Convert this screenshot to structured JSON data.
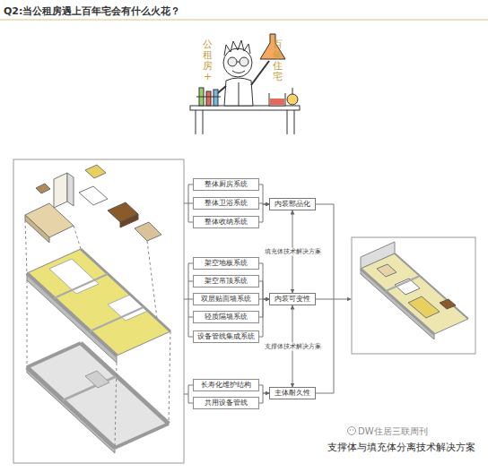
{
  "diagram": {
    "title": "Q2:当公租房遇上百年宅会有什么火花？",
    "caption": "支撑体与填充体分离技术解决方案",
    "nodes": [
      {
        "text": [
          "整体厨房系统"
        ]
      },
      {
        "text": [
          "整体卫浴系统"
        ]
      },
      {
        "text": [
          "整体收纳系统"
        ]
      },
      {
        "text": [
          "内装部品化"
        ]
      },
      {
        "text": [
          "架空地板系统"
        ]
      },
      {
        "text": [
          "架空吊顶系统"
        ]
      },
      {
        "text": [
          "双层贴面墙系统"
        ]
      },
      {
        "text": [
          "轻质隔墙系统"
        ]
      },
      {
        "text": [
          "设备管线集成系统"
        ]
      },
      {
        "text": [
          "内装可变性"
        ]
      },
      {
        "text": [
          "长寿化维护结构"
        ]
      },
      {
        "text": [
          "共用设备管线"
        ]
      },
      {
        "text": [
          "主体耐久性"
        ]
      }
    ],
    "edges": [
      {
        "from": 0,
        "to": 3,
        "arrow": "to"
      },
      {
        "from": 1,
        "to": 3,
        "arrow": "to"
      },
      {
        "from": 2,
        "to": 3,
        "arrow": "to"
      },
      {
        "from": 4,
        "to": 9,
        "arrow": "to"
      },
      {
        "from": 5,
        "to": 9,
        "arrow": "to"
      },
      {
        "from": 6,
        "to": 9,
        "arrow": "to"
      },
      {
        "from": 7,
        "to": 9,
        "arrow": "to"
      },
      {
        "from": 8,
        "to": 9,
        "arrow": "to"
      },
      {
        "from": 10,
        "to": 12,
        "arrow": "to"
      },
      {
        "from": 11,
        "to": 12,
        "arrow": "to"
      },
      {
        "from": 3,
        "to": 9,
        "label": "填充体技术解决方案",
        "arrow": "both"
      },
      {
        "from": 9,
        "to": 12,
        "label": "支撑体技术解决方案",
        "arrow": "both"
      }
    ],
    "labels": [
      "公租房+",
      "百年住宅",
      "DW住居三联周刊"
    ]
  }
}
